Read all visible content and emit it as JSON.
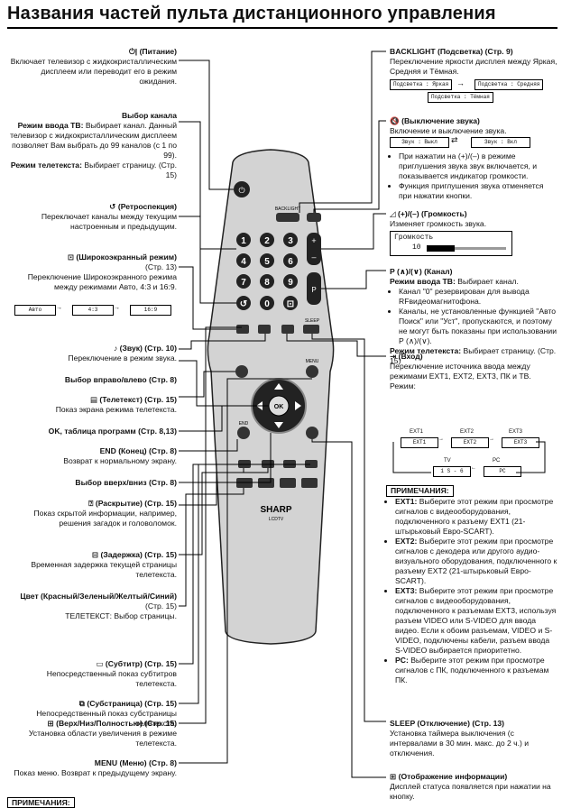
{
  "title": "Названия частей пульта дистанционного управления",
  "left": {
    "power": {
      "head": "(Питание)",
      "body": "Включает телевизор с жидкокристаллическим дисплеем или переводит его в режим ожидания."
    },
    "channel": {
      "head": "Выбор канала",
      "tv_label": "Режим ввода ТВ:",
      "tv_body": "Выбирает канал. Данный телевизор с жидкокристаллическим дисплеем позволяет Вам выбрать до 99 каналов (с 1 по 99).",
      "tt_label": "Режим телетекста:",
      "tt_body": "Выбирает страницу. (Стр. 15)"
    },
    "flashback": {
      "head": "(Ретроспекция)",
      "body": "Переключает каналы между текущим настроенным и предыдущим."
    },
    "wide": {
      "head": "(Широкоэкранный режим)",
      "page": "(Стр. 13)",
      "body": "Переключение Широкоэкранного режима между режимами Авто, 4:3 и 16:9.",
      "modes": [
        "Авто",
        "4:3",
        "16:9"
      ]
    },
    "sound": {
      "head": "(Звук) (Стр. 10)",
      "body": "Переключение в режим звука."
    },
    "leftright": {
      "head": "Выбор вправо/влево (Стр. 8)"
    },
    "teletext": {
      "head": "(Телетекст) (Стр. 15)",
      "body": "Показ экрана режима телетекста."
    },
    "ok": {
      "head": "OK, таблица программ (Стр. 8,13)"
    },
    "end": {
      "head": "END (Конец) (Стр. 8)",
      "body": "Возврат к нормальному экрану."
    },
    "updown": {
      "head": "Выбор вверх/вниз (Стр. 8)"
    },
    "reveal": {
      "head": "(Раскрытие) (Стр. 15)",
      "body": "Показ скрытой информации, например, решения загадок и головоломок."
    },
    "hold": {
      "head": "(Задержка) (Стр. 15)",
      "body": "Временная задержка текущей страницы телетекста."
    },
    "color": {
      "head": "Цвет (Красный/Зеленый/Желтый/Синий)",
      "page": "(Стр. 15)",
      "body": "ТЕЛЕТЕКСТ: Выбор страницы."
    },
    "subtitle": {
      "head": "(Субтитр) (Стр. 15)",
      "body": "Непосредственный показ субтитров телетекста."
    },
    "subpage": {
      "head": "(Субстраница) (Стр. 15)",
      "body": "Непосредственный показ субстраницы телетекста."
    },
    "size": {
      "head": "(Верх/Низ/Полностью) (Стр. 15)",
      "body": "Установка области увеличения в режиме телетекста."
    },
    "menu": {
      "head": "MENU (Меню) (Стр. 8)",
      "body": "Показ меню. Возврат к предыдущему экрану."
    },
    "bottom_note": "ПРИМЕЧАНИЯ:"
  },
  "right": {
    "backlight": {
      "head": "BACKLIGHT (Подсветка) (Стр. 9)",
      "body": "Переключение яркости дисплея между Яркая, Средняя и Тёмная.",
      "box1": "Подсветка : Яркая",
      "box2": "Подсветка : Средняя",
      "box3": "Подсветка : Тёмная"
    },
    "mute": {
      "head": "(Выключение звука)",
      "body": "Включение и выключение звука.",
      "box1": "Звук : Выкл",
      "box2": "Звук : Вкл",
      "bullets": [
        "При нажатии на (+)/(–) в режиме приглушения звука звук включается, и показывается индикатор громкости.",
        "Функция приглушения звука отменяется при нажатии кнопки."
      ]
    },
    "volume": {
      "head": "(+)/(–) (Громкость)",
      "body": "Изменяет громкость звука.",
      "osd_label": "Громкость",
      "osd_value": "10",
      "level": 0.35
    },
    "pchannel": {
      "head": "P (∧)/(∨) (Канал)",
      "tv_label": "Режим ввода ТВ:",
      "tv_body": "Выбирает канал.",
      "bullets": [
        "Канал \"0\" резервирован для вывода RFвидеомагнитофона.",
        "Каналы, не установленные функцией \"Авто Поиск\" или \"Уст\", пропускаются, и поэтому не могут быть показаны при использовании P (∧)/(∨)."
      ],
      "tt_label": "Режим телетекста:",
      "tt_body": "Выбирает страницу. (Стр. 15)"
    },
    "input": {
      "head": "(Вход)",
      "body": "Переключение источника ввода между режимами EXT1, EXT2, EXT3, ПК и ТВ.",
      "mode_label": "Режим:",
      "flow_top": [
        "EXT1",
        "EXT2",
        "EXT3"
      ],
      "flow_bottom": [
        "TV",
        "PC"
      ],
      "flow_bottom_box": [
        "1 S - 6",
        "PC"
      ]
    },
    "notes": {
      "head": "ПРИМЕЧАНИЯ:",
      "items": [
        {
          "k": "EXT1:",
          "v": "Выберите этот режим при просмотре сигналов с видеооборудования, подключенного к разъему EXT1 (21-штырьковый Евро-SCART)."
        },
        {
          "k": "EXT2:",
          "v": "Выберите этот режим при просмотре сигналов с декодера или другого аудио-визуального оборудования, подключенного к разъему EXT2 (21-штырьковый Евро-SCART)."
        },
        {
          "k": "EXT3:",
          "v": "Выберите этот режим при просмотре сигналов с видеооборудования, подключенного к разъемам EXT3, используя разъем VIDEO или S-VIDEO для ввода видео. Если к обоим разъемам, VIDEO и S-VIDEO, подключены кабели, разъем ввода S-VIDEO выбирается приоритетно."
        },
        {
          "k": "PC:",
          "v": "Выберите этот режим при просмотре сигналов с ПК, подключенного к разъемам ПК."
        }
      ]
    },
    "sleep": {
      "head": "SLEEP (Отключение) (Стр. 13)",
      "body": "Установка таймера выключения (с интервалами в 30 мин. макс. до 2 ч.) и отключения."
    },
    "display": {
      "head": "(Отображение информации)",
      "body": "Дисплей статуса появляется при нажатии на кнопку."
    }
  },
  "remote": {
    "brand": "SHARP",
    "model": "LCDTV",
    "backlight_label": "BACKLIGHT",
    "sleep_label": "SLEEP",
    "menu_label": "MENU",
    "end_label": "END",
    "ok_label": "OK",
    "digits": [
      "1",
      "2",
      "3",
      "4",
      "5",
      "6",
      "7",
      "8",
      "9",
      "0"
    ],
    "p_label": "P"
  }
}
